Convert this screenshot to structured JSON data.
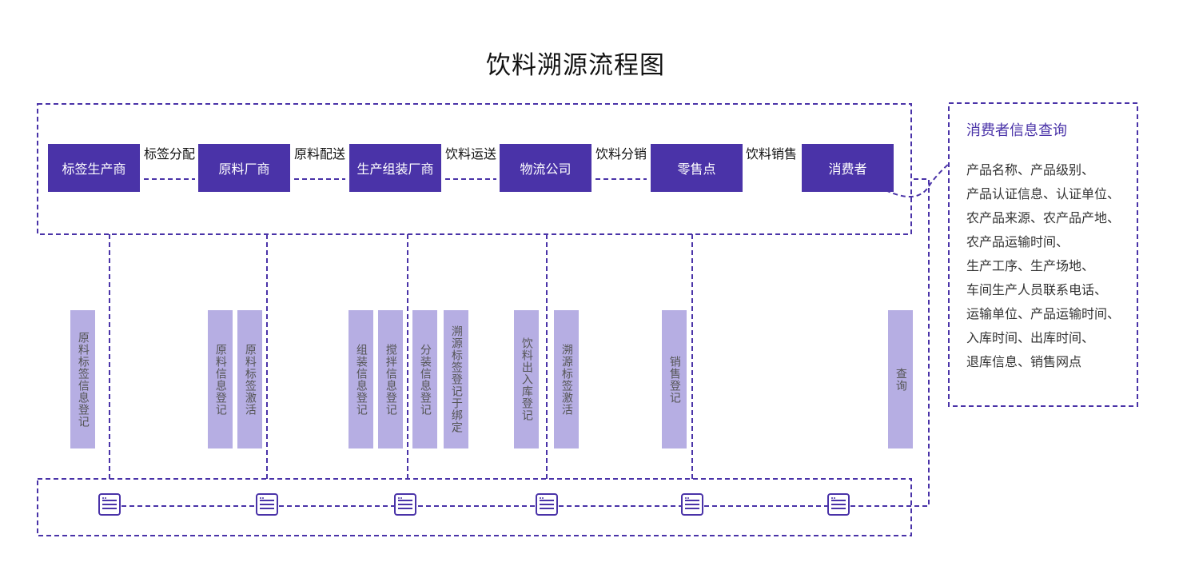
{
  "title": "饮料溯源流程图",
  "flow": {
    "nodes": [
      {
        "id": "label-producer",
        "label": "标签生产商"
      },
      {
        "id": "material-factory",
        "label": "原料厂商"
      },
      {
        "id": "assembly-factory",
        "label": "生产组装厂商"
      },
      {
        "id": "logistics",
        "label": "物流公司"
      },
      {
        "id": "retail",
        "label": "零售点"
      },
      {
        "id": "consumer",
        "label": "消费者"
      }
    ],
    "edges": [
      "标签分配",
      "原料配送",
      "饮料运送",
      "饮料分销",
      "饮料销售"
    ]
  },
  "steps": [
    "原料标签信息登记",
    "原料信息登记",
    "原料标签激活",
    "组装信息登记",
    "搅拌信息登记",
    "分装信息登记",
    "溯源标签登记于绑定",
    "饮料出入库登记",
    "溯源标签激活",
    "销售登记",
    "查询"
  ],
  "consumer_panel": {
    "title": "消费者信息查询",
    "lines": [
      "产品名称、产品级别、",
      "产品认证信息、认证单位、",
      "农产品来源、农产品产地、",
      "农产品运输时间、",
      "生产工序、生产场地、",
      "车间生产人员联系电话、",
      "运输单位、产品运输时间、",
      "入库时间、出库时间、",
      "退库信息、销售网点"
    ]
  },
  "database_icon": "database-server-icon",
  "colors": {
    "node": "#4a33a8",
    "step": "#b6aee3",
    "dashed": "#4a33a8",
    "panel_title": "#4a33a8"
  }
}
